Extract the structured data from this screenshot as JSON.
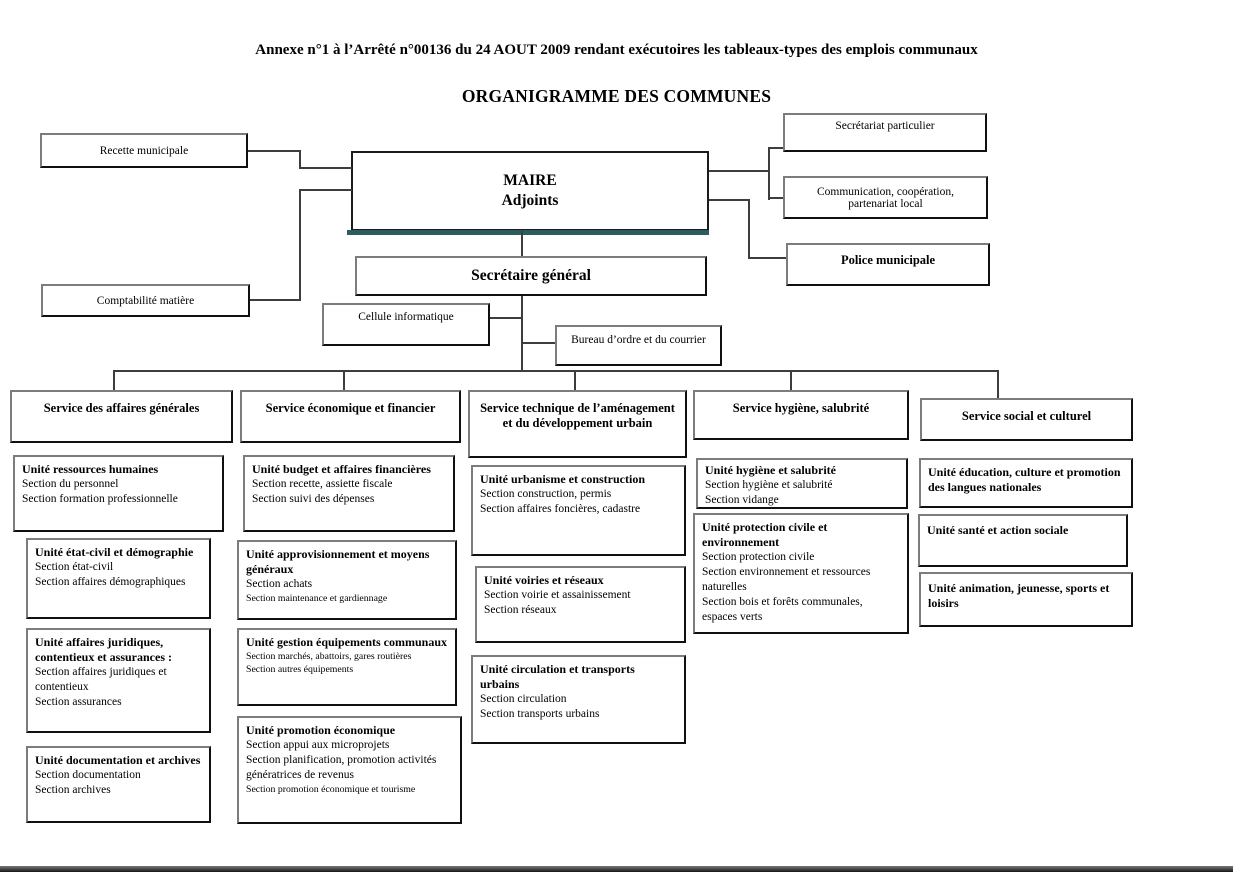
{
  "page": {
    "annex_title": "Annexe n°1 à l’Arrêté n°00136 du 24 AOUT 2009 rendant exécutoires les tableaux-types des emplois communaux",
    "main_title": "ORGANIGRAMME DES COMMUNES"
  },
  "top": {
    "recette": "Recette municipale",
    "comptabilite": "Comptabilité matière",
    "maire_line1": "MAIRE",
    "maire_line2": "Adjoints",
    "secretariat": "Secrétariat particulier",
    "communication": "Communication, coopération, partenariat local",
    "police": "Police municipale",
    "secretaire_general": "Secrétaire général",
    "cellule": "Cellule informatique",
    "bureau": "Bureau d’ordre et du courrier"
  },
  "services": [
    {
      "title": "Service des affaires générales",
      "units": [
        {
          "title": "Unité ressources humaines",
          "sections": [
            "Section du personnel",
            "Section formation professionnelle"
          ]
        },
        {
          "title": "Unité état-civil et démographie",
          "sections": [
            "Section état-civil",
            "Section affaires démographiques"
          ]
        },
        {
          "title": "Unité affaires juridiques, contentieux et assurances :",
          "sections": [
            "Section affaires juridiques et contentieux",
            "Section assurances"
          ]
        },
        {
          "title": "Unité documentation et archives",
          "sections": [
            "Section documentation",
            "Section archives"
          ]
        }
      ]
    },
    {
      "title": "Service économique et financier",
      "units": [
        {
          "title": "Unité budget et affaires financières",
          "sections": [
            "Section recette, assiette fiscale",
            "Section suivi des dépenses"
          ]
        },
        {
          "title": "Unité approvisionnement et moyens généraux",
          "sections": [
            "Section achats",
            "Section maintenance et gardiennage"
          ]
        },
        {
          "title": "Unité gestion équipements communaux",
          "sections": [
            "Section marchés, abattoirs, gares routières",
            "Section autres équipements"
          ]
        },
        {
          "title": "Unité promotion économique",
          "sections": [
            "Section appui aux microprojets",
            "Section planification, promotion activités génératrices de revenus",
            "Section promotion économique et tourisme"
          ]
        }
      ]
    },
    {
      "title": "Service technique de l’aménagement et du développement urbain",
      "units": [
        {
          "title": "Unité urbanisme et construction",
          "sections": [
            "Section construction, permis",
            "Section affaires foncières, cadastre"
          ]
        },
        {
          "title": "Unité voiries et réseaux",
          "sections": [
            "Section voirie et assainissement",
            "Section réseaux"
          ]
        },
        {
          "title": "Unité circulation et transports urbains",
          "sections": [
            "Section circulation",
            "Section transports urbains"
          ]
        }
      ]
    },
    {
      "title": "Service hygiène, salubrité",
      "units": [
        {
          "title": "Unité hygiène et salubrité",
          "sections": [
            "Section hygiène et salubrité",
            "Section vidange"
          ]
        },
        {
          "title": "Unité protection civile et environnement",
          "sections": [
            "Section protection civile",
            "Section environnement et ressources naturelles",
            "Section bois et forêts communales, espaces verts"
          ]
        }
      ]
    },
    {
      "title": "Service social et culturel",
      "units": [
        {
          "title": "Unité éducation, culture et promotion des langues nationales",
          "sections": []
        },
        {
          "title": "Unité santé et action sociale",
          "sections": []
        },
        {
          "title": "Unité animation, jeunesse, sports et loisirs",
          "sections": []
        }
      ]
    }
  ]
}
